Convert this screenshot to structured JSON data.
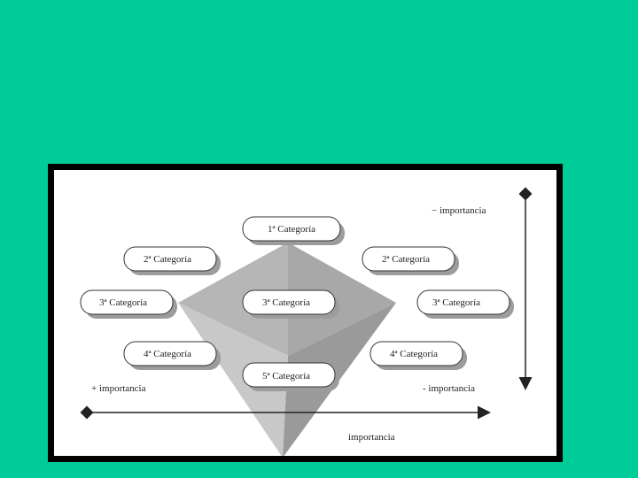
{
  "diagram": {
    "categories": {
      "cat1": "1ª Categoría",
      "cat2_left": "2ª Categoría",
      "cat2_right": "2ª Categoría",
      "cat3_left": "3ª Categoría",
      "cat3_center": "3ª Categoría",
      "cat3_right": "3ª Categoría",
      "cat4_left": "4ª Categoría",
      "cat4_right": "4ª Categoría",
      "cat5": "5ª Categoría"
    },
    "labels": {
      "top_right": "− importancia",
      "left_bottom": "+ importancia",
      "right_bottom": "- importancia",
      "bottom_axis": "importancia"
    }
  }
}
